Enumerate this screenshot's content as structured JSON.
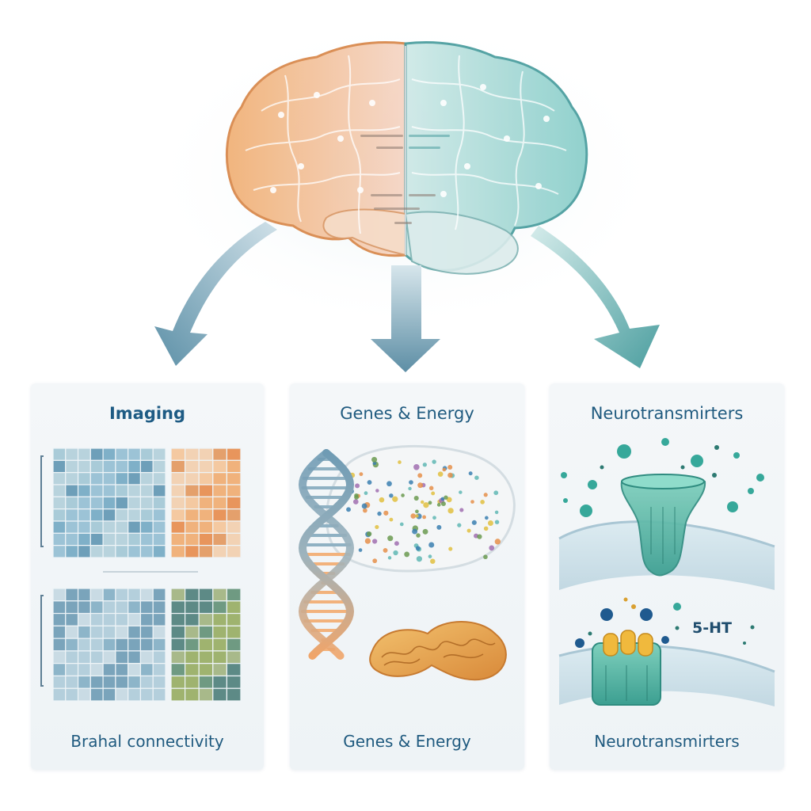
{
  "panels": [
    {
      "id": "imaging",
      "title": "Imaging",
      "caption": "Brahal connectivity"
    },
    {
      "id": "genes",
      "title": "Genes & Energy",
      "caption": "Genes & Energy"
    },
    {
      "id": "neuro",
      "title": "Neurotransmirters",
      "caption": "Neurotransmirters"
    }
  ],
  "labels": {
    "molecule": "5-HT"
  },
  "colors": {
    "orange": "#e8915a",
    "teal": "#5fb7b4",
    "navy": "#1f5a7f",
    "arrow": "#6c9cb0"
  },
  "icons": [
    "brain-icon",
    "dna-icon",
    "mitochondria-icon",
    "receptor-icon",
    "ion-channel-icon",
    "grid-map-icon"
  ]
}
